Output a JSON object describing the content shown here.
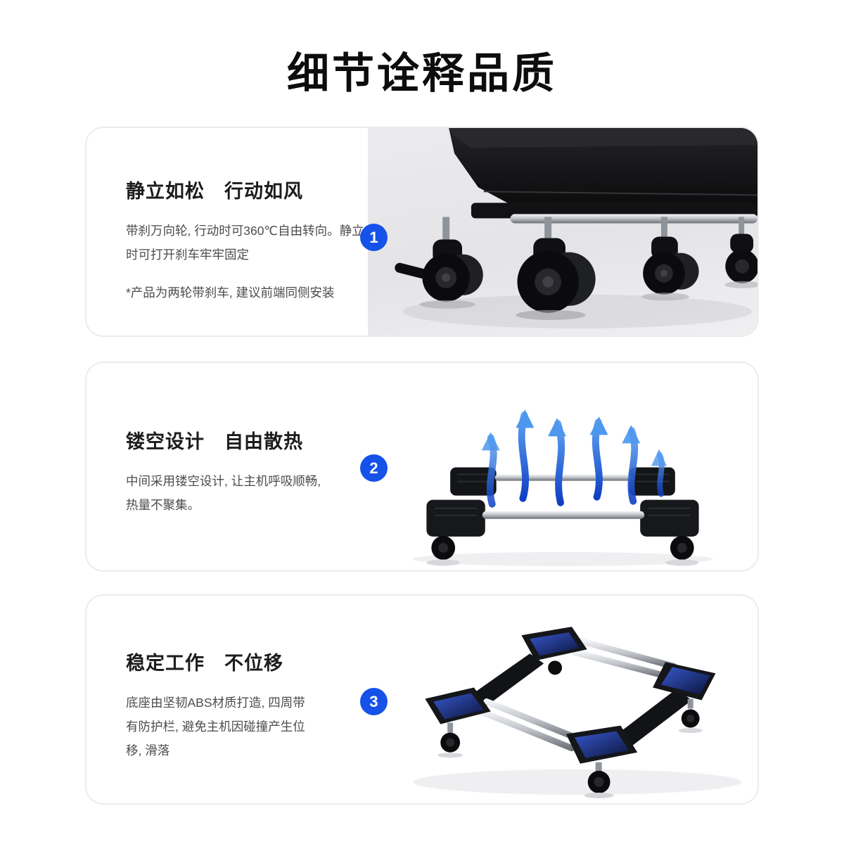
{
  "page": {
    "title": "细节诠释品质",
    "accent_color": "#1652e9"
  },
  "sections": [
    {
      "number": "1",
      "heading": "静立如松　行动如风",
      "body": "带刹万向轮, 行动时可360℃自由转向。静立时可打开刹车牢牢固定",
      "note": "*产品为两轮带刹车, 建议前端同侧安装",
      "image": "pc-stand-caster-wheels-photo"
    },
    {
      "number": "2",
      "heading": "镂空设计　自由散热",
      "body": "中间采用镂空设计, 让主机呼吸顺畅, 热量不聚集。",
      "image": "hollow-frame-airflow-photo"
    },
    {
      "number": "3",
      "heading": "稳定工作　不位移",
      "body": "底座由坚韧ABS材质打造, 四周带有防护栏, 避免主机因碰撞产生位移, 滑落",
      "image": "abs-base-stability-photo"
    }
  ]
}
